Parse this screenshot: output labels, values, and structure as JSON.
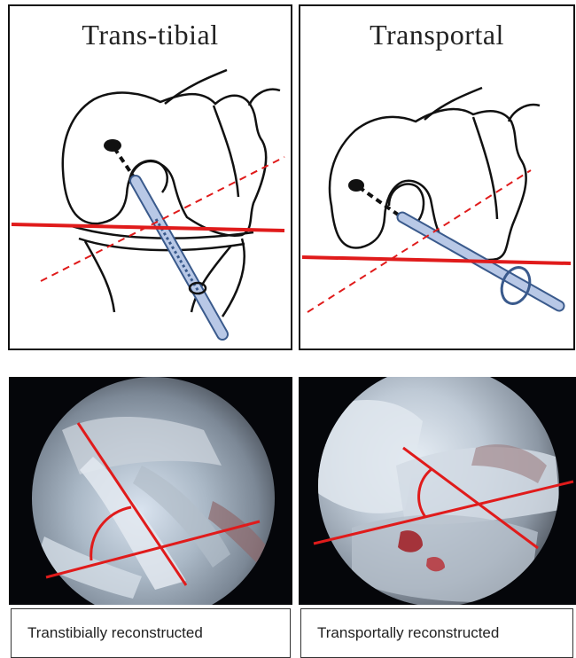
{
  "panels": {
    "left_title": "Trans-tibial",
    "right_title": "Transportal"
  },
  "captions": {
    "left": "Transtibially reconstructed",
    "right": "Transportally reconstructed"
  },
  "colors": {
    "line_red": "#e01b1b",
    "guide_blue": "#b8c8e6",
    "guide_stroke": "#3a5a8c",
    "outline": "#111111"
  }
}
